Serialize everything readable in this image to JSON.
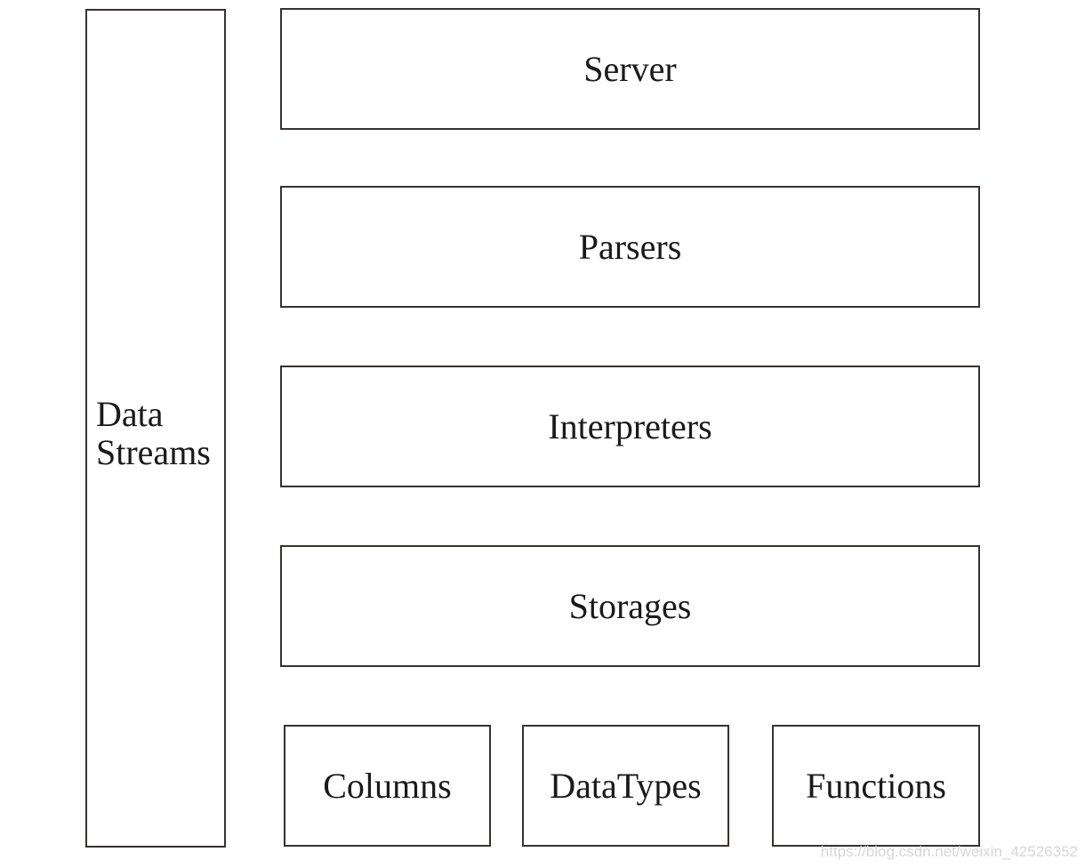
{
  "diagram": {
    "side_block": {
      "line1": "Data",
      "line2": "Streams"
    },
    "layers": [
      {
        "label": "Server"
      },
      {
        "label": "Parsers"
      },
      {
        "label": "Interpreters"
      },
      {
        "label": "Storages"
      }
    ],
    "modules": [
      {
        "label": "Columns"
      },
      {
        "label": "DataTypes"
      },
      {
        "label": "Functions"
      }
    ]
  },
  "watermark": "https://blog.csdn.net/weixin_42526352"
}
